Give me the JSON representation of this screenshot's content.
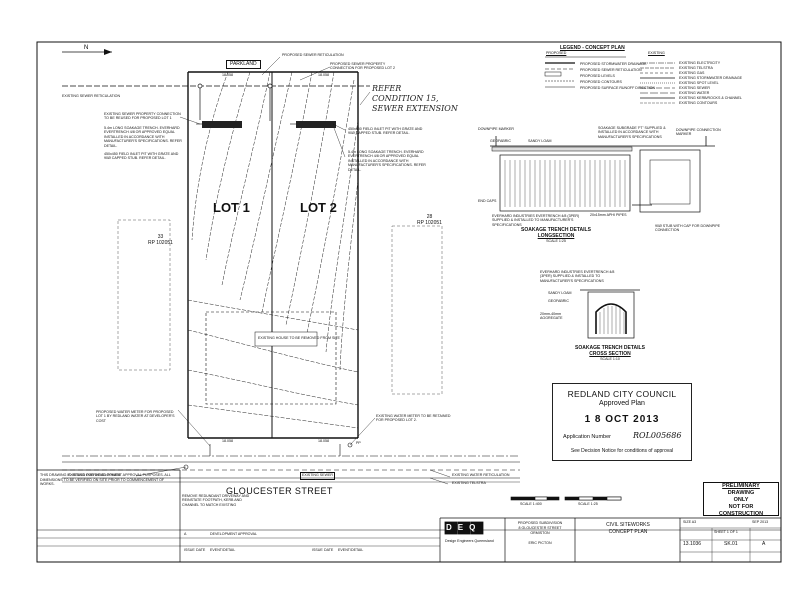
{
  "drawing": {
    "lots": [
      "LOT 1",
      "LOT 2"
    ],
    "street": "GLOUCESTER STREET",
    "park_label": "PARKLAND",
    "handwritten_note_lines": [
      "REFER",
      "CONDITION 15,",
      "SEWER EXTENSION"
    ],
    "existing_house_note": "EXISTING HOUSE TO BE REMOVED FROM SITE",
    "rp_left": [
      "33",
      "RP 102051"
    ],
    "rp_right": [
      "28",
      "RP 102051"
    ],
    "front_dim_left": "18.058",
    "front_dim_right": "18.058",
    "rear_dim_left": "18.058",
    "rear_dim_right": "18.058",
    "callouts": {
      "sewer_reticulation": "PROPOSED SEWER RETICULATION",
      "sewer_connection": "PROPOSED SEWER PROPERTY CONNECTION FOR PROPOSED LOT 2",
      "existing_sewer_reticulation": "EXISTING SEWER RETICULATION",
      "existing_sewer_connection": "EXISTING SEWER PROPERTY CONNECTION TO BE REUSED FOR PROPOSED LOT 1",
      "soakage_left": "5.4m LONG SOAKAGE TRENCH. EVERHARD EVERTRENCH 4/8 OR APPROVED EQUAL INSTALLED IN ACCORDANCE WITH MANUFACTURER'S SPECIFICATIONS. REFER DETAIL.",
      "field_inlet_left": "450x450 FIELD INLET PIT WITH GRATE AND 90Ø CAPPED STUB. REFER DETAIL.",
      "field_inlet_right": "450x450 FIELD INLET PIT WITH GRATE AND 90Ø CAPPED STUB. REFER DETAIL.",
      "soakage_right": "5.4m LONG SOAKAGE TRENCH. EVERHARD EVERTRENCH 4/8 OR APPROVED EQUAL INSTALLED IN ACCORDANCE WITH MANUFACTURER'S SPECIFICATIONS. REFER DETAIL.",
      "water_meter_lot1": "PROPOSED WATER METER FOR PROPOSED LOT 1 BY REDLAND WATER AT DEVELOPER'S COST",
      "water_meter_lot2": "EXISTING WATER METER TO BE RETAINED FOR PROPOSED LOT 2.",
      "existing_overhead_power": "EXISTING OVERHEAD POWER",
      "existing_water_reticulation": "EXISTING WATER RETICULATION",
      "existing_telstra": "EXISTING TELSTRA",
      "remove_driveway": "REMOVE REDUNDANT DRIVEWAY AND REINSTATE FOOTPATH, KERB AND CHANNEL TO MATCH EXISTING",
      "existing_sewer_rl": "EXISTING SEWER",
      "pp": "PP"
    }
  },
  "legend": {
    "title": "LEGEND - CONCEPT PLAN",
    "proposed_header": "PROPOSED",
    "existing_header": "EXISTING",
    "proposed_items": [
      "PROPOSED STORMWATER DRAINAGE",
      "PROPOSED SEWER RETICULATION",
      "PROPOSED LEVELS",
      "PROPOSED CONTOURS",
      "PROPOSED SURFACE RUNOFF DIRECTION"
    ],
    "existing_items": [
      "EXISTING ELECTRICITY",
      "EXISTING TELSTRA",
      "EXISTING GAS",
      "EXISTING STORMWATER DRAINAGE",
      "EXISTING SPOT LEVEL",
      "EXISTING SEWER",
      "EXISTING WATER",
      "EXISTING KERB/ROCKS & CHANNEL",
      "EXISTING CONTOURS"
    ]
  },
  "soakage_long": {
    "title": "SOAKAGE TRENCH DETAILS",
    "subtitle": "LONGSECTION",
    "scale": "SCALE 1:25",
    "labels": [
      "DOWNPIPE MARKER",
      "GEOFABRIC",
      "SANDY LOAM",
      "END CAPS",
      "EVERHARD INDUSTRIES EVERTRENCH 4/8 (3PER) SUPPLIED & INSTALLED TO MANUFACTURER'S SPECIFICATIONS",
      "20x15mm APHI PIPES",
      "90Ø STUB WITH CAP FOR DOWNPIPE CONNECTION",
      "DOWNPIPE CONNECTION MARKER",
      "SOAKAGE SUBGRADE 'FT' SUPPLIED & INSTALLED IN ACCORDANCE WITH MANUFACTURER'S SPECIFICATIONS"
    ]
  },
  "soakage_cross": {
    "title": "SOAKAGE TRENCH DETAILS",
    "subtitle": "CROSS SECTION",
    "scale": "SCALE 1:10",
    "labels": [
      "EVERHARD INDUSTRIES EVERTRENCH 4/8 (3PER) SUPPLIED & INSTALLED TO MANUFACTURER'S SPECIFICATIONS",
      "SANDY LOAM",
      "GEOFABRIC",
      "20mm-40mm AGGREGATE"
    ]
  },
  "stamp": {
    "council": "REDLAND CITY COUNCIL",
    "approved": "Approved Plan",
    "date": "1 8 OCT 2013",
    "app_label": "Application Number",
    "app_value": "ROL005686",
    "note": "See Decision Notice for conditions of approval"
  },
  "prelim": [
    "PRELIMINARY",
    "DRAWING",
    "ONLY",
    "NOT FOR",
    "CONSTRUCTION"
  ],
  "title_block": {
    "company": "DEQ",
    "company_sub": "Design Engineers Queensland",
    "project": "PROPOSED SUBDIVISION",
    "project_line2": "8 GLOUCESTER STREET",
    "project_line3": "ORMISTON",
    "client": "ERIC PICTON",
    "drawing_title": "CIVIL SITEWORKS",
    "drawing_subtitle": "CONCEPT PLAN",
    "job_no": "13.1036",
    "drawing_no": "SK.01",
    "revision": "A",
    "size": "SIZE A3",
    "date": "SEP 2013",
    "sheet": "SHEET 1 OF 1",
    "revision_row": "DEVELOPMENT APPROVAL",
    "revision_letter": "A",
    "headers": [
      "ISSUE",
      "DATE",
      "EVENT/DETAIL",
      "ISSUE",
      "DATE",
      "EVENT/DETAIL"
    ],
    "scale_bar_1": "SCALE 1:400",
    "scale_bar_2": "SCALE 1:25"
  },
  "notes_box": "THIS DRAWING IS ISSUED FOR DEVELOPMENT APPROVAL PURPOSES. ALL DIMENSIONS TO BE VERIFIED ON SITE PRIOR TO COMMENCEMENT OF WORKS."
}
